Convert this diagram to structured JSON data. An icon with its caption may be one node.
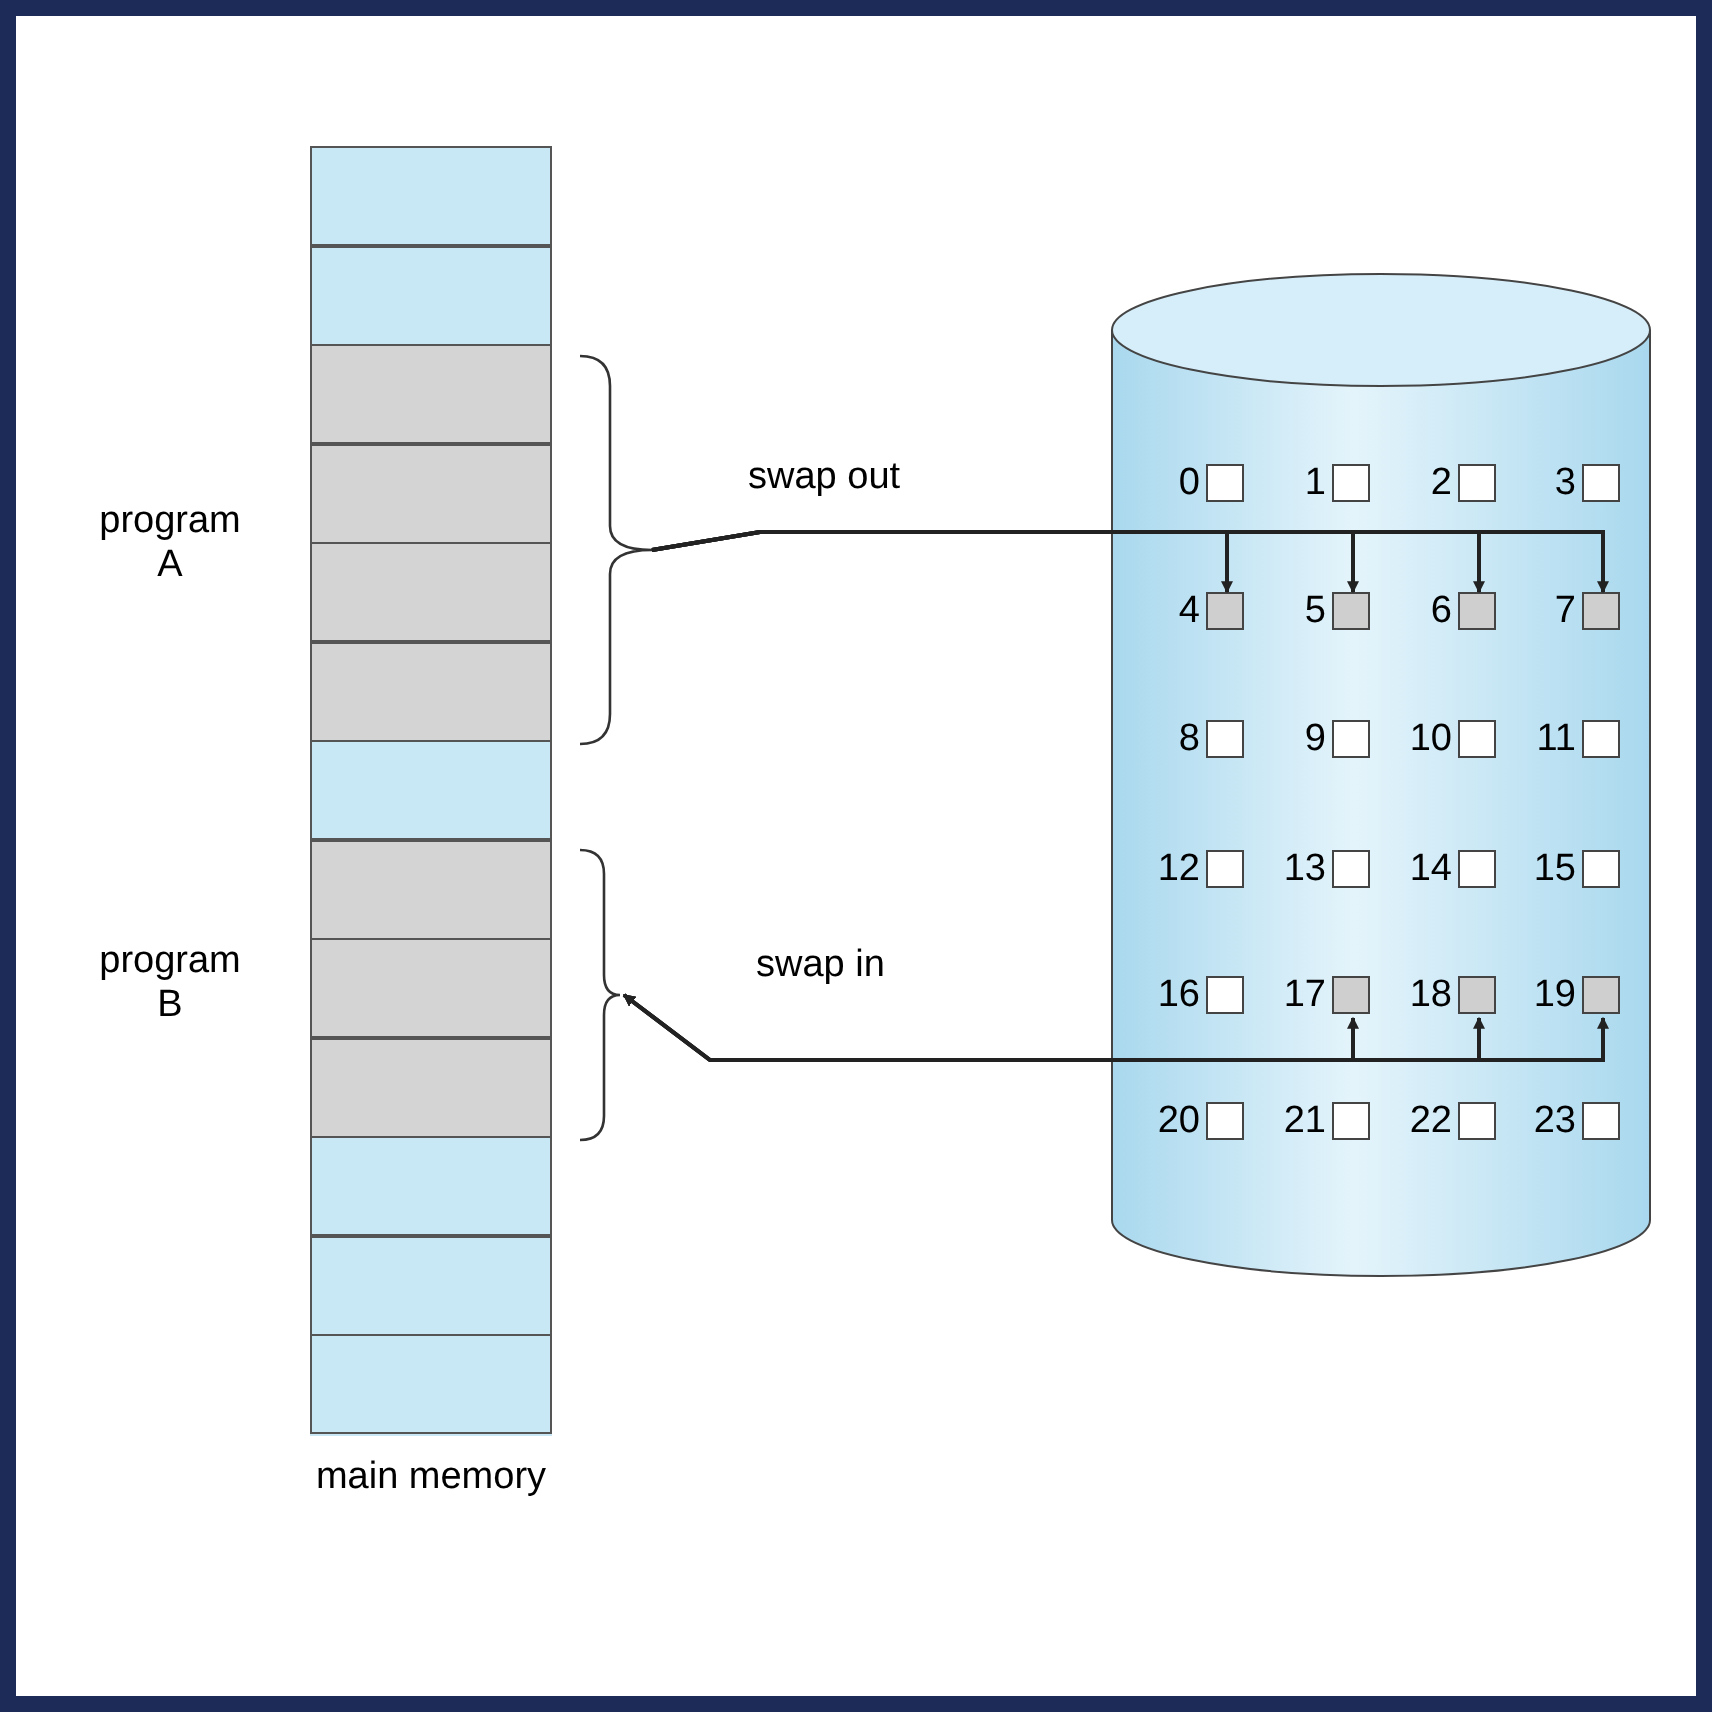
{
  "diagram": {
    "nodes": [
      {
        "text": [
          "main memory"
        ]
      },
      {
        "text": [],
        "shape": "box",
        "in": 0
      },
      {
        "text": [],
        "shape": "box",
        "in": 0
      },
      {
        "text": [],
        "shape": "box",
        "in": 0
      },
      {
        "text": [],
        "shape": "box",
        "in": 0
      },
      {
        "text": [],
        "shape": "box",
        "in": 0
      },
      {
        "text": [],
        "shape": "box",
        "in": 0
      },
      {
        "text": [],
        "shape": "box",
        "in": 0
      },
      {
        "text": [],
        "shape": "box",
        "in": 0
      },
      {
        "text": [],
        "shape": "box",
        "in": 0
      },
      {
        "text": [],
        "shape": "box",
        "in": 0
      },
      {
        "text": [],
        "shape": "box",
        "in": 0
      },
      {
        "text": [],
        "shape": "box",
        "in": 0
      },
      {
        "text": [],
        "shape": "box",
        "in": 0
      },
      {
        "text": [],
        "shape": "brace"
      },
      {
        "text": [],
        "shape": "brace"
      },
      {
        "text": [],
        "shape": "cylinder"
      },
      {
        "text": [],
        "shape": "box",
        "in": 16,
        "beside": [
          "0"
        ]
      },
      {
        "text": [],
        "shape": "box",
        "in": 16,
        "beside": [
          "1"
        ]
      },
      {
        "text": [],
        "shape": "box",
        "in": 16,
        "beside": [
          "2"
        ]
      },
      {
        "text": [],
        "shape": "box",
        "in": 16,
        "beside": [
          "3"
        ]
      },
      {
        "text": [],
        "shape": "box",
        "in": 16,
        "beside": [
          "4"
        ]
      },
      {
        "text": [],
        "shape": "box",
        "in": 16,
        "beside": [
          "5"
        ]
      },
      {
        "text": [],
        "shape": "box",
        "in": 16,
        "beside": [
          "6"
        ]
      },
      {
        "text": [],
        "shape": "box",
        "in": 16,
        "beside": [
          "7"
        ]
      },
      {
        "text": [],
        "shape": "box",
        "in": 16,
        "beside": [
          "8"
        ]
      },
      {
        "text": [],
        "shape": "box",
        "in": 16,
        "beside": [
          "9"
        ]
      },
      {
        "text": [],
        "shape": "box",
        "in": 16,
        "beside": [
          "10"
        ]
      },
      {
        "text": [],
        "shape": "box",
        "in": 16,
        "beside": [
          "11"
        ]
      },
      {
        "text": [],
        "shape": "box",
        "in": 16,
        "beside": [
          "12"
        ]
      },
      {
        "text": [],
        "shape": "box",
        "in": 16,
        "beside": [
          "13"
        ]
      },
      {
        "text": [],
        "shape": "box",
        "in": 16,
        "beside": [
          "14"
        ]
      },
      {
        "text": [],
        "shape": "box",
        "in": 16,
        "beside": [
          "15"
        ]
      },
      {
        "text": [],
        "shape": "box",
        "in": 16,
        "beside": [
          "16"
        ]
      },
      {
        "text": [],
        "shape": "box",
        "in": 16,
        "beside": [
          "17"
        ]
      },
      {
        "text": [],
        "shape": "box",
        "in": 16,
        "beside": [
          "18"
        ]
      },
      {
        "text": [],
        "shape": "box",
        "in": 16,
        "beside": [
          "19"
        ]
      },
      {
        "text": [],
        "shape": "box",
        "in": 16,
        "beside": [
          "20"
        ]
      },
      {
        "text": [],
        "shape": "box",
        "in": 16,
        "beside": [
          "21"
        ]
      },
      {
        "text": [],
        "shape": "box",
        "in": 16,
        "beside": [
          "22"
        ]
      },
      {
        "text": [],
        "shape": "box",
        "in": 16,
        "beside": [
          "23"
        ]
      }
    ],
    "edges": [
      {
        "from": 14,
        "to": 21,
        "arrow": "to",
        "label": "swap out"
      },
      {
        "from": 14,
        "to": 22,
        "arrow": "to"
      },
      {
        "from": 14,
        "to": 23,
        "arrow": "to"
      },
      {
        "from": 14,
        "to": 24,
        "arrow": "to"
      },
      {
        "from": 34,
        "to": 15,
        "arrow": "both",
        "label": "swap in"
      },
      {
        "from": 35,
        "to": 15,
        "arrow": "both"
      },
      {
        "from": 36,
        "to": 15,
        "arrow": "both"
      }
    ],
    "labels": [
      "program A",
      "program B"
    ]
  }
}
